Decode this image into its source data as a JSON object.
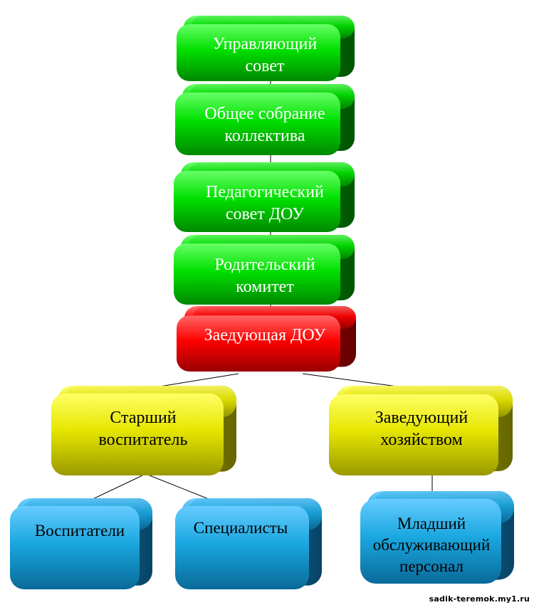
{
  "nodes": {
    "council": {
      "line1": "Управляющий",
      "line2": "совет"
    },
    "assembly": {
      "line1": "Общее собрание",
      "line2": "коллектива"
    },
    "ped_council": {
      "line1": "Педагогический",
      "line2": "совет ДОУ"
    },
    "parents": {
      "line1": "Родительский",
      "line2": "комитет"
    },
    "head": {
      "line1": "Заедующая ДОУ"
    },
    "senior_teacher": {
      "line1": "Старший",
      "line2": "воспитатель"
    },
    "housekeeper": {
      "line1": "Заведующий",
      "line2": "хозяйством"
    },
    "teachers": {
      "line1": "Воспитатели"
    },
    "specialists": {
      "line1": "Специалисты"
    },
    "junior_staff": {
      "line1": "Младший",
      "line2": "обслуживающий",
      "line3": "персонал"
    }
  },
  "watermark": "sadik-teremok.my1.ru",
  "colors": {
    "green": "#00dd00",
    "green_dark": "#007700",
    "red": "#ff0000",
    "red_dark": "#880000",
    "yellow": "#dddd00",
    "yellow_dark": "#888800",
    "blue": "#1aa7e0",
    "blue_dark": "#0a5f88"
  }
}
